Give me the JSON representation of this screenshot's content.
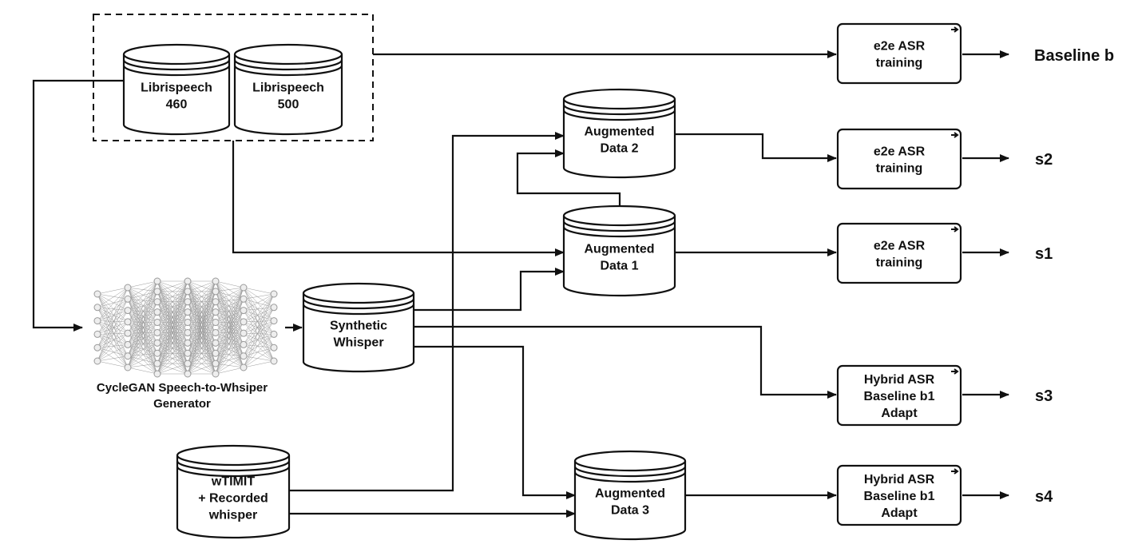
{
  "databases": [
    {
      "id": "libri460",
      "lines": [
        "Librispeech",
        "460"
      ]
    },
    {
      "id": "libri500",
      "lines": [
        "Librispeech",
        "500"
      ]
    },
    {
      "id": "aug2",
      "lines": [
        "Augmented",
        "Data 2"
      ]
    },
    {
      "id": "aug1",
      "lines": [
        "Augmented",
        "Data 1"
      ]
    },
    {
      "id": "synthetic",
      "lines": [
        "Synthetic",
        "Whisper"
      ]
    },
    {
      "id": "wtimit",
      "lines": [
        "wTIMIT",
        "+ Recorded",
        "whisper"
      ]
    },
    {
      "id": "aug3",
      "lines": [
        "Augmented",
        "Data 3"
      ]
    }
  ],
  "processes": [
    {
      "id": "p-baseline",
      "lines": [
        "e2e ASR",
        "training"
      ]
    },
    {
      "id": "p-s2",
      "lines": [
        "e2e ASR",
        "training"
      ]
    },
    {
      "id": "p-s1",
      "lines": [
        "e2e ASR",
        "training"
      ]
    },
    {
      "id": "p-s3",
      "lines": [
        "Hybrid ASR",
        "Baseline b1",
        "Adapt"
      ]
    },
    {
      "id": "p-s4",
      "lines": [
        "Hybrid ASR",
        "Baseline b1",
        "Adapt"
      ]
    }
  ],
  "outputs": [
    "Baseline b",
    "s2",
    "s1",
    "s3",
    "s4"
  ],
  "generator": {
    "lines": [
      "CycleGAN Speech-to-Whsiper",
      "Generator"
    ]
  },
  "colors": {
    "stroke": "#111111",
    "background": "#ffffff",
    "network": "#9a9a9a"
  }
}
